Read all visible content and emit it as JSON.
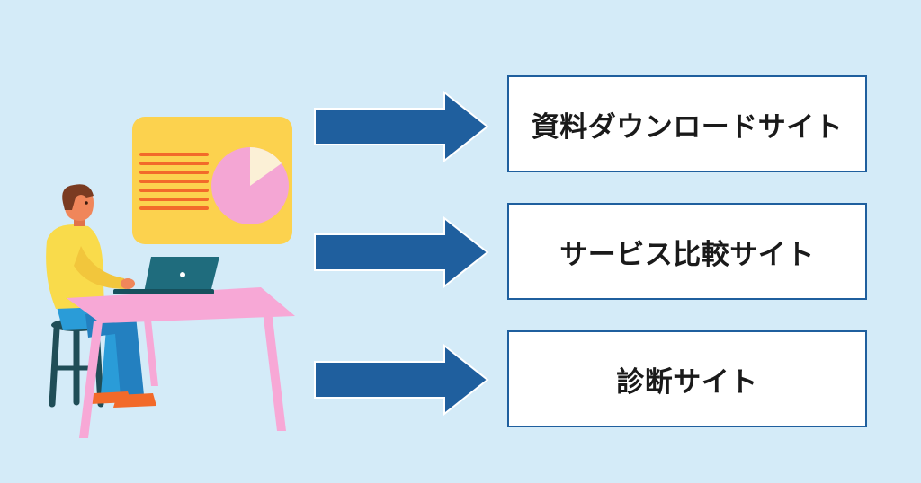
{
  "items": [
    {
      "label": "資料ダウンロードサイト"
    },
    {
      "label": "サービス比較サイト"
    },
    {
      "label": "診断サイト"
    }
  ],
  "colors": {
    "background": "#d4ebf8",
    "arrow": "#1f5f9e",
    "box_border": "#1f5f9e",
    "box_fill": "#ffffff",
    "board": "#fcd24e",
    "board_lines": "#f26a2a",
    "pie": "#f4a6d4",
    "pie_slice": "#fbf0d6",
    "desk": "#f7a8d6",
    "laptop": "#1f6c7d",
    "shirt": "#f9db4b",
    "pants": "#2a9cd8",
    "shoes": "#f26a2a",
    "stool": "#1f4d57"
  },
  "icons": {
    "presentation_board": "presentation-board-icon",
    "person": "person-at-laptop-illustration",
    "arrow": "right-arrow-icon"
  }
}
